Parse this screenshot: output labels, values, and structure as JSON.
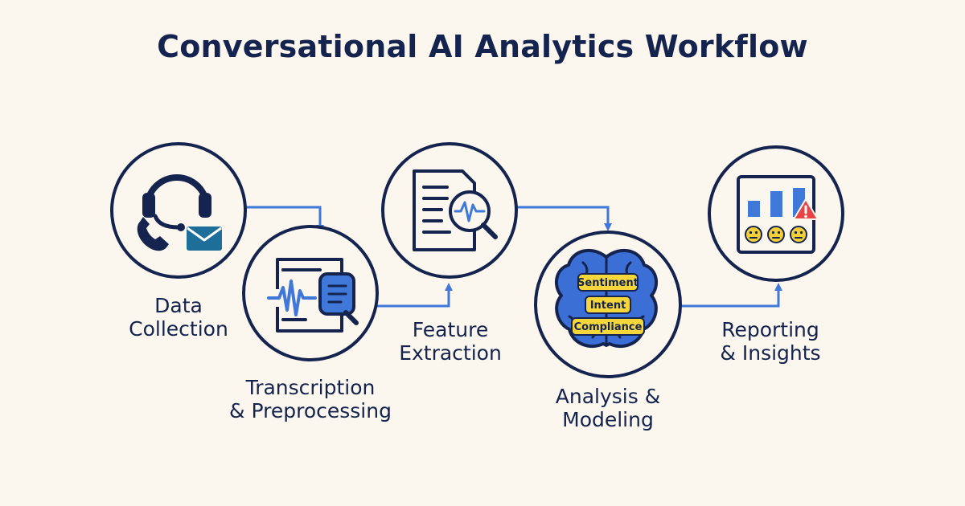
{
  "title": "Conversational AI Analytics Workflow",
  "steps": [
    {
      "label": "Data\nCollection",
      "icon": "headset-phone-mail-icon"
    },
    {
      "label": "Transcription\n& Preprocessing",
      "icon": "waveform-transcript-icon"
    },
    {
      "label": "Feature\nExtraction",
      "icon": "document-magnifier-icon"
    },
    {
      "label": "Analysis &\nModeling",
      "icon": "brain-icon",
      "tags": [
        "Sentiment",
        "Intent",
        "Compliance"
      ]
    },
    {
      "label": "Reporting\n& Insights",
      "icon": "dashboard-chart-icon"
    }
  ],
  "colors": {
    "background": "#fbf6ee",
    "navy": "#14244f",
    "blue": "#3f78d8",
    "teal": "#1d6f9a",
    "brain": "#3b6fd6",
    "tag": "#f5d63b",
    "alert": "#e64545",
    "face": "#f3cf3a"
  }
}
